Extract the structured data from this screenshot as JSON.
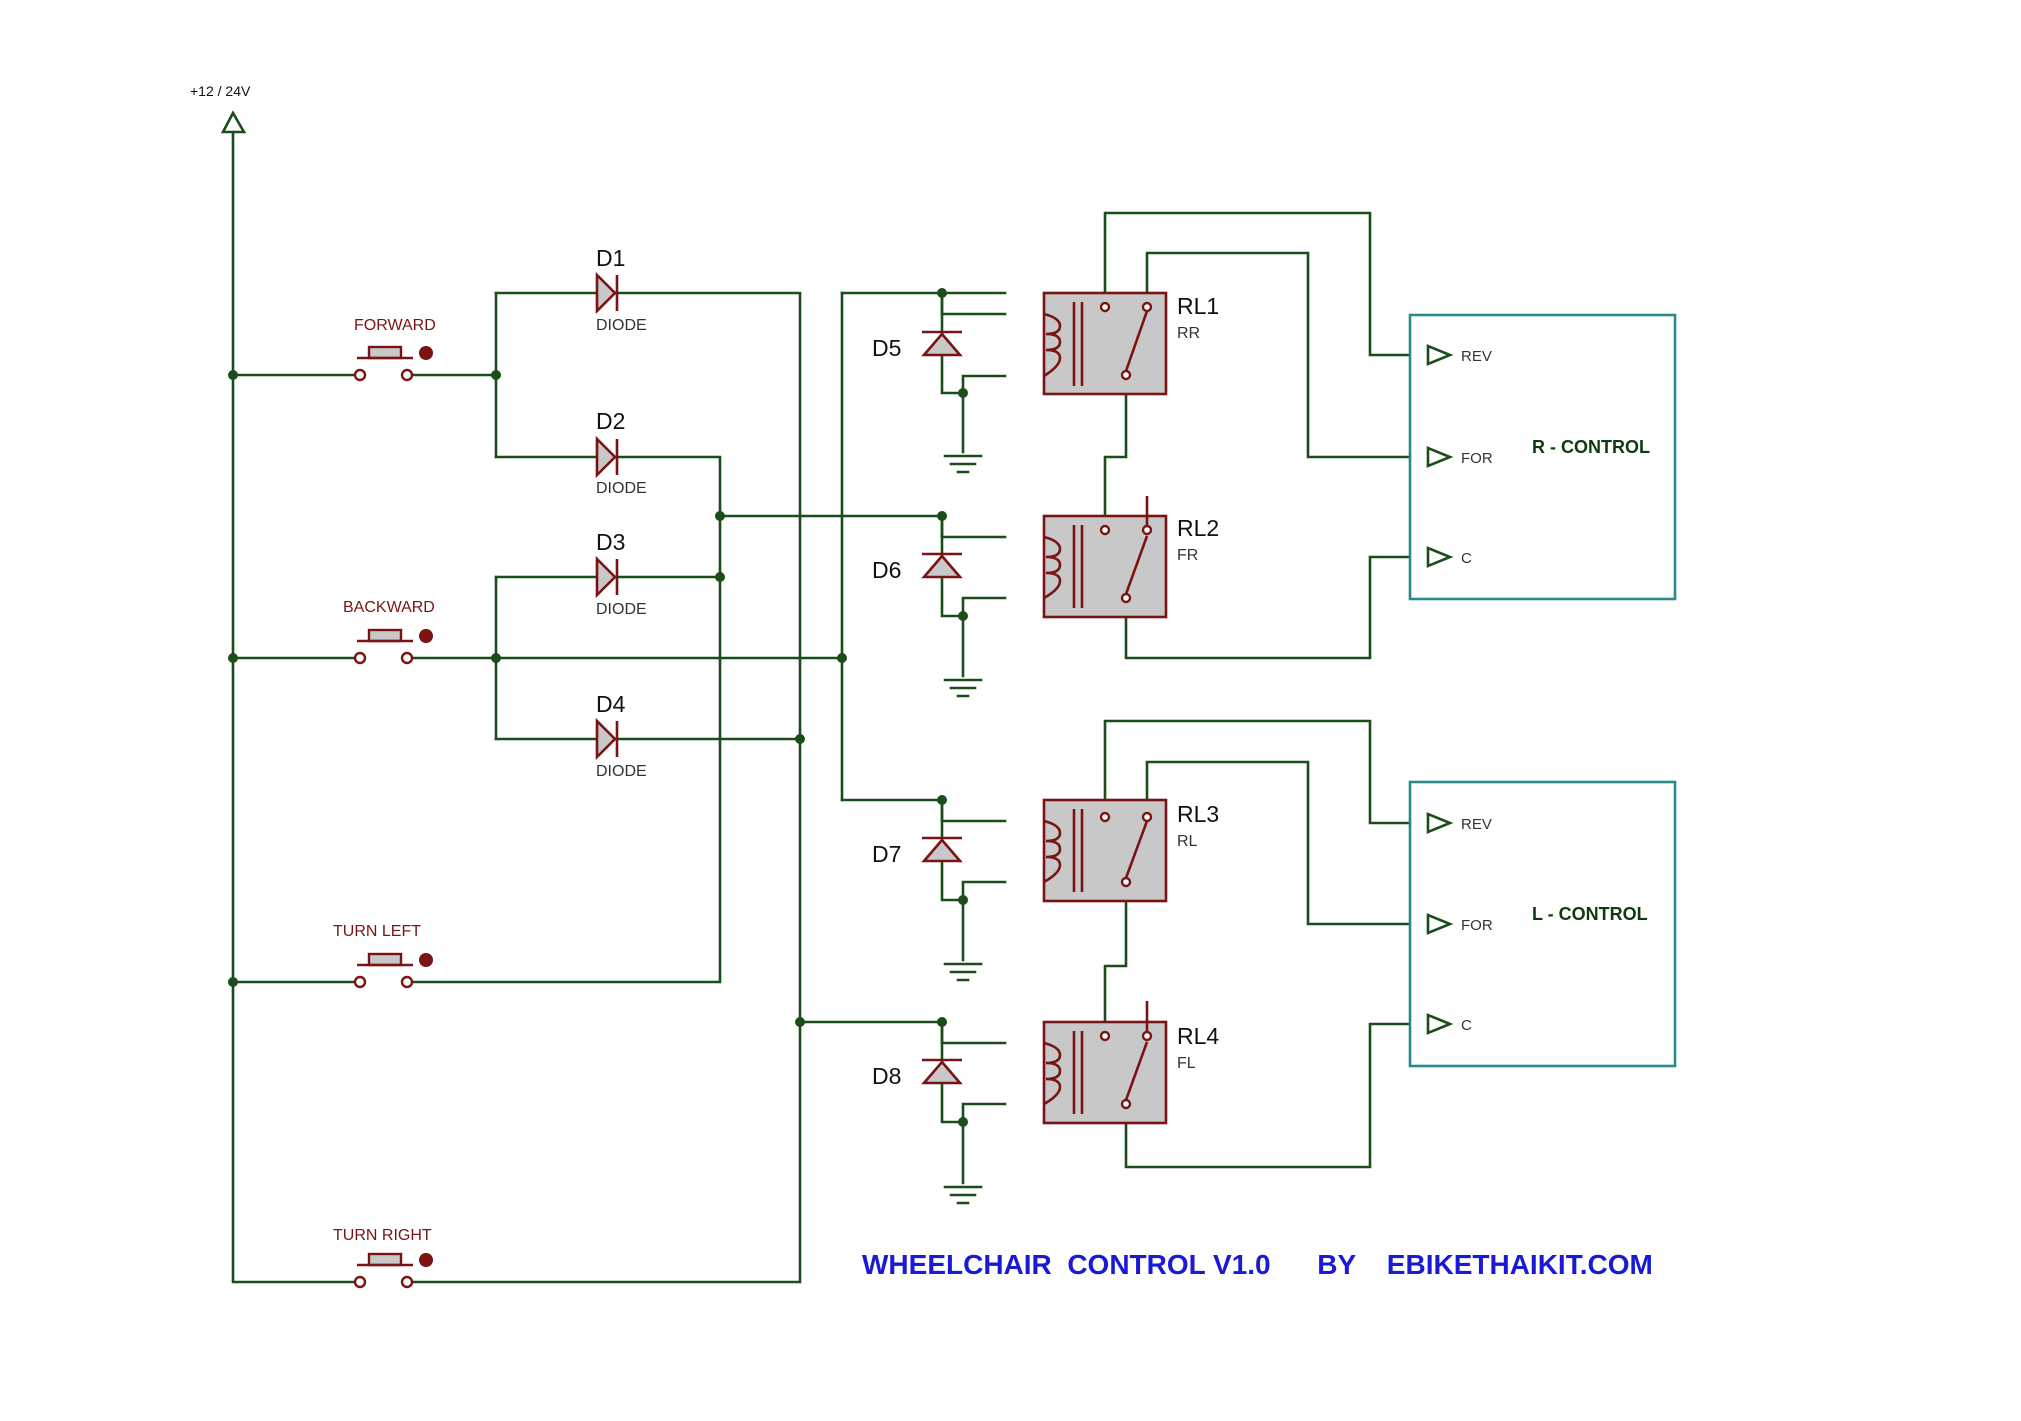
{
  "power_label": "+12 / 24V",
  "switches": [
    {
      "label": "FORWARD"
    },
    {
      "label": "BACKWARD"
    },
    {
      "label": "TURN LEFT"
    },
    {
      "label": "TURN RIGHT"
    }
  ],
  "diodes": [
    {
      "ref": "D1",
      "value": "DIODE"
    },
    {
      "ref": "D2",
      "value": "DIODE"
    },
    {
      "ref": "D3",
      "value": "DIODE"
    },
    {
      "ref": "D4",
      "value": "DIODE"
    }
  ],
  "flyback_diodes": [
    "D5",
    "D6",
    "D7",
    "D8"
  ],
  "relays": [
    {
      "ref": "RL1",
      "value": "RR"
    },
    {
      "ref": "RL2",
      "value": "FR"
    },
    {
      "ref": "RL3",
      "value": "RL"
    },
    {
      "ref": "RL4",
      "value": "FL"
    }
  ],
  "controls": [
    {
      "name": "R - CONTROL",
      "ports": [
        "REV",
        "FOR",
        "C"
      ]
    },
    {
      "name": "L - CONTROL",
      "ports": [
        "REV",
        "FOR",
        "C"
      ]
    }
  ],
  "title": "WHEELCHAIR  CONTROL V1.0      BY    EBIKETHAIKIT.COM"
}
